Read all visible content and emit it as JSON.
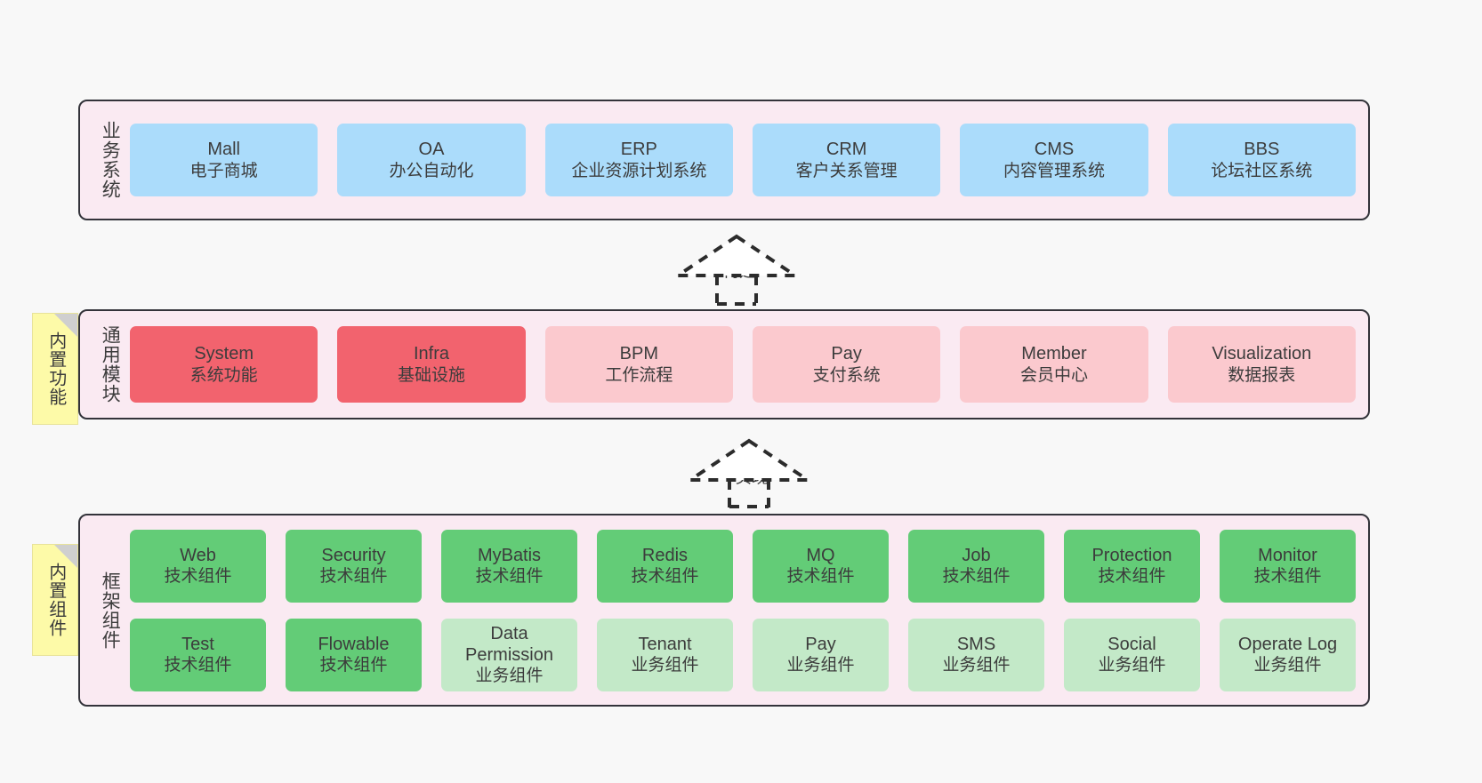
{
  "diagram": {
    "background": "#f8f8f8",
    "container_fill": "#faeaf2",
    "container_border": "#33333a"
  },
  "layers": [
    {
      "key": "business",
      "title": "业务系统",
      "rows": [
        {
          "cards": [
            {
              "en": "Mall",
              "cn": "电子商城",
              "color": "#abdcfb"
            },
            {
              "en": "OA",
              "cn": "办公自动化",
              "color": "#abdcfb"
            },
            {
              "en": "ERP",
              "cn": "企业资源计划系统",
              "color": "#abdcfb"
            },
            {
              "en": "CRM",
              "cn": "客户关系管理",
              "color": "#abdcfb"
            },
            {
              "en": "CMS",
              "cn": "内容管理系统",
              "color": "#abdcfb"
            },
            {
              "en": "BBS",
              "cn": "论坛社区系统",
              "color": "#abdcfb"
            }
          ]
        }
      ]
    },
    {
      "key": "common",
      "title": "通用模块",
      "note": "内置功能",
      "rows": [
        {
          "cards": [
            {
              "en": "System",
              "cn": "系统功能",
              "color": "#f2636e"
            },
            {
              "en": "Infra",
              "cn": "基础设施",
              "color": "#f2636e"
            },
            {
              "en": "BPM",
              "cn": "工作流程",
              "color": "#fbc9ce"
            },
            {
              "en": "Pay",
              "cn": "支付系统",
              "color": "#fbc9ce"
            },
            {
              "en": "Member",
              "cn": "会员中心",
              "color": "#fbc9ce"
            },
            {
              "en": "Visualization",
              "cn": "数据报表",
              "color": "#fbc9ce"
            }
          ]
        }
      ]
    },
    {
      "key": "framework",
      "title": "框架组件",
      "note": "内置组件",
      "rows": [
        {
          "cards": [
            {
              "en": "Web",
              "cn": "技术组件",
              "color": "#63cc77"
            },
            {
              "en": "Security",
              "cn": "技术组件",
              "color": "#63cc77"
            },
            {
              "en": "MyBatis",
              "cn": "技术组件",
              "color": "#63cc77"
            },
            {
              "en": "Redis",
              "cn": "技术组件",
              "color": "#63cc77"
            },
            {
              "en": "MQ",
              "cn": "技术组件",
              "color": "#63cc77"
            },
            {
              "en": "Job",
              "cn": "技术组件",
              "color": "#63cc77"
            },
            {
              "en": "Protection",
              "cn": "技术组件",
              "color": "#63cc77"
            },
            {
              "en": "Monitor",
              "cn": "技术组件",
              "color": "#63cc77"
            }
          ]
        },
        {
          "cards": [
            {
              "en": "Test",
              "cn": "技术组件",
              "color": "#63cc77"
            },
            {
              "en": "Flowable",
              "cn": "技术组件",
              "color": "#63cc77"
            },
            {
              "en": "Data Permission",
              "cn": "业务组件",
              "color": "#c3e9c8"
            },
            {
              "en": "Tenant",
              "cn": "业务组件",
              "color": "#c3e9c8"
            },
            {
              "en": "Pay",
              "cn": "业务组件",
              "color": "#c3e9c8"
            },
            {
              "en": "SMS",
              "cn": "业务组件",
              "color": "#c3e9c8"
            },
            {
              "en": "Social",
              "cn": "业务组件",
              "color": "#c3e9c8"
            },
            {
              "en": "Operate Log",
              "cn": "业务组件",
              "color": "#c3e9c8"
            }
          ]
        }
      ]
    }
  ],
  "connectors": [
    {
      "key": "build",
      "label": "构建",
      "style": "dashed-generalization"
    },
    {
      "key": "realize",
      "label": "实现",
      "style": "dashed-generalization"
    }
  ]
}
